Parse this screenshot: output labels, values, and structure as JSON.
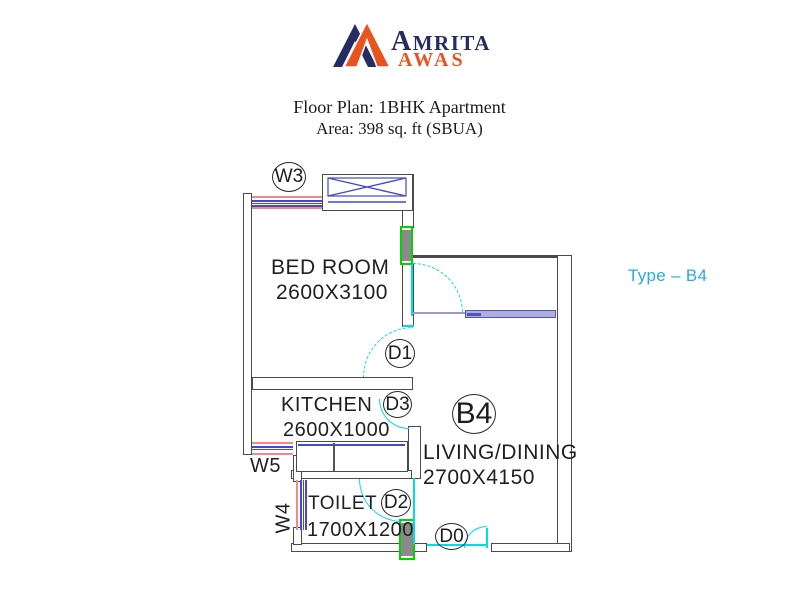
{
  "header": {
    "brand_primary": "AMRITA",
    "brand_secondary": "AWAS",
    "title": "Floor Plan: 1BHK Apartment",
    "subtitle": "Area: 398 sq. ft (SBUA)"
  },
  "plan": {
    "type_label": "Type – B4",
    "unit_code": "B4",
    "rooms": {
      "bedroom": {
        "name": "BED ROOM",
        "dims": "2600X3100"
      },
      "kitchen": {
        "name": "KITCHEN",
        "dims": "2600X1000"
      },
      "living": {
        "name": "LIVING/DINING",
        "dims": "2700X4150"
      },
      "toilet": {
        "name": "TOILET",
        "dims": "1700X1200"
      }
    },
    "doors": {
      "d0": "D0",
      "d1": "D1",
      "d2": "D2",
      "d3": "D3"
    },
    "windows": {
      "w3": "W3",
      "w4": "W4",
      "w5": "W5"
    }
  },
  "colors": {
    "brand_navy": "#252c62",
    "brand_orange": "#e8541f",
    "type_blue": "#29abe2",
    "wall": "#4b4b4b",
    "door_arc_cyan": "#00dde8",
    "window_blue": "#4747cf",
    "window_red": "#f08a8a",
    "marker_green": "#00d400",
    "marker_gray": "#8a8a8a",
    "slider_fill": "#aeaedf",
    "slider_border": "#5353bd"
  }
}
